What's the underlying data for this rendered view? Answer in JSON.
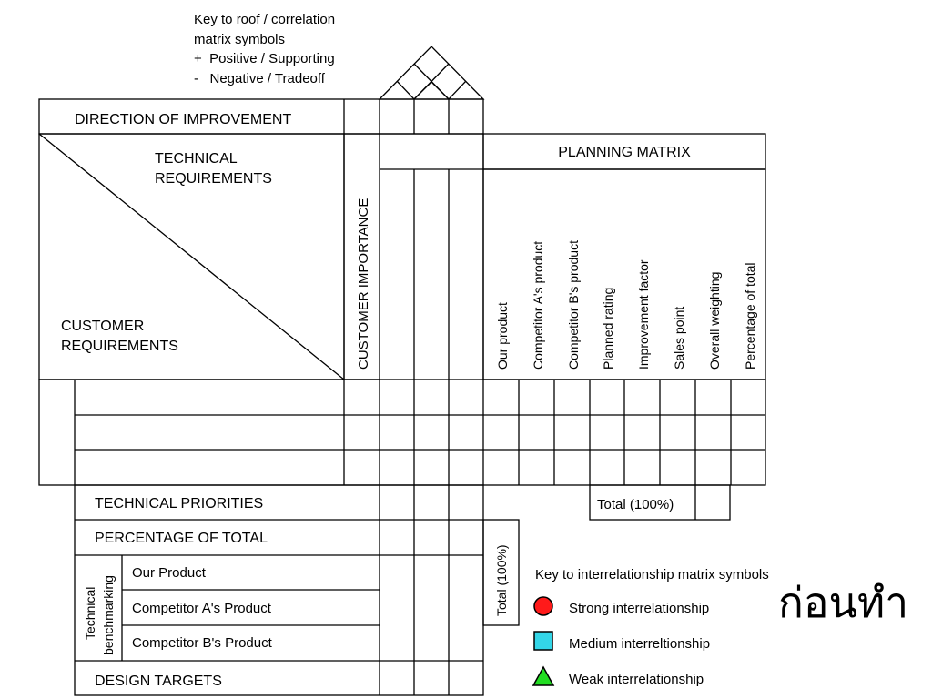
{
  "roof_key": {
    "lines": [
      "Key to roof / correlation",
      "matrix symbols",
      "+  Positive / Supporting",
      "-   Negative / Tradeoff"
    ]
  },
  "header": {
    "direction_of_improvement": "DIRECTION OF IMPROVEMENT",
    "technical_requirements": [
      "TECHNICAL",
      "REQUIREMENTS"
    ],
    "customer_requirements": [
      "CUSTOMER",
      "REQUIREMENTS"
    ],
    "customer_importance": "CUSTOMER IMPORTANCE"
  },
  "planning_matrix": {
    "title": "PLANNING MATRIX",
    "columns": [
      "Our product",
      "Competitor A's product",
      "Competitor B's product",
      "Planned rating",
      "Improvement factor",
      "Sales point",
      "Overall weighting",
      "Percentage of total"
    ],
    "total_label": "Total (100%)"
  },
  "bottom": {
    "technical_priorities": "TECHNICAL PRIORITIES",
    "percentage_of_total": "PERCENTAGE OF TOTAL",
    "benchmarking_label": [
      "Technical",
      "benchmarking"
    ],
    "benchmark_rows": [
      "Our Product",
      "Competitor A's Product",
      "Competitor B's Product"
    ],
    "design_targets": "DESIGN TARGETS",
    "total_label": "Total (100%)"
  },
  "interrelationship_key": {
    "title": "Key to interrelationship matrix symbols",
    "items": [
      {
        "label": "Strong interrelationship",
        "shape": "circle",
        "color": "#ff1a1a"
      },
      {
        "label": "Medium interreltionship",
        "shape": "square",
        "color": "#33d6e8"
      },
      {
        "label": "Weak interrelationship",
        "shape": "triangle",
        "color": "#22dd22"
      }
    ]
  },
  "overlay_text": "ก่อนทำ"
}
